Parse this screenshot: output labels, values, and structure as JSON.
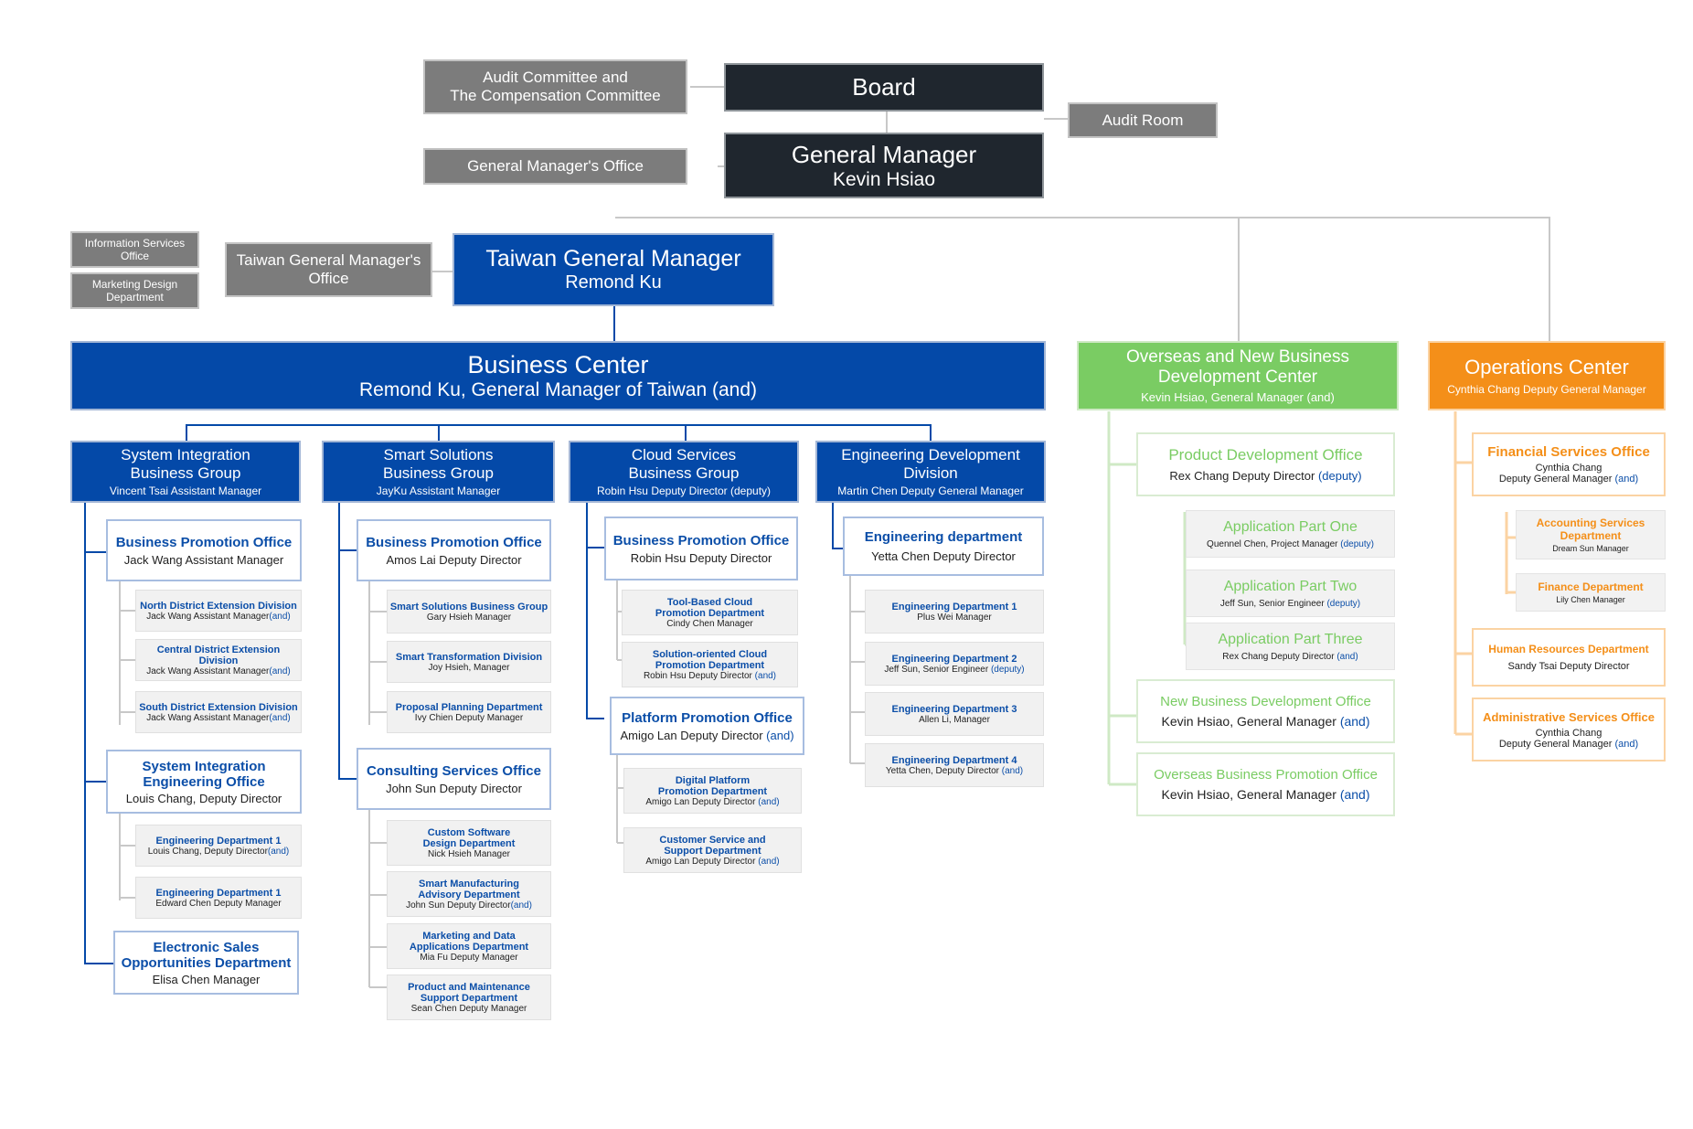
{
  "top": {
    "board": "Board",
    "audit_committee_line1": "Audit Committee and",
    "audit_committee_line2": "The Compensation Committee",
    "audit_room": "Audit Room",
    "gm_office": "General Manager's Office",
    "gm_title": "General Manager",
    "gm_name": "Kevin Hsiao"
  },
  "taiwan": {
    "title": "Taiwan General Manager",
    "name": "Remond Ku",
    "office": "Taiwan General Manager's Office",
    "info_services": "Information Services Office",
    "marketing_design": "Marketing Design Department"
  },
  "business_center": {
    "title": "Business Center",
    "subtitle": "Remond Ku, General Manager of Taiwan (and)"
  },
  "groups": [
    {
      "title": "System Integration Business Group",
      "subtitle": "Vincent Tsai  Assistant Manager",
      "offices": [
        {
          "title": "Business Promotion Office",
          "subtitle": "Jack Wang Assistant Manager",
          "items": [
            {
              "title": "North District Extension Division",
              "subtitle": "Jack Wang Assistant Manager",
              "and": "(and)"
            },
            {
              "title": "Central District Extension Division",
              "subtitle": "Jack Wang Assistant Manager",
              "and": "(and)"
            },
            {
              "title": "South District Extension Division",
              "subtitle": "Jack Wang Assistant Manager",
              "and": "(and)"
            }
          ]
        },
        {
          "title": "System Integration Engineering Office",
          "subtitle": "Louis Chang, Deputy Director",
          "items": [
            {
              "title": "Engineering Department 1",
              "subtitle": "Louis Chang, Deputy Director",
              "and": "(and)"
            },
            {
              "title": "Engineering Department 1",
              "subtitle": "Edward Chen Deputy Manager",
              "and": ""
            }
          ]
        },
        {
          "title": "Electronic Sales Opportunities Department",
          "subtitle": "Elisa Chen Manager",
          "items": []
        }
      ]
    },
    {
      "title": "Smart Solutions Business Group",
      "subtitle": "JayKu Assistant Manager",
      "offices": [
        {
          "title": "Business Promotion Office",
          "subtitle": "Amos Lai Deputy Director",
          "items": [
            {
              "title": "Smart Solutions Business Group",
              "subtitle": "Gary Hsieh Manager",
              "and": ""
            },
            {
              "title": "Smart Transformation Division",
              "subtitle": "Joy Hsieh, Manager",
              "and": ""
            },
            {
              "title": "Proposal Planning Department",
              "subtitle": "Ivy Chien Deputy Manager",
              "and": ""
            }
          ]
        },
        {
          "title": "Consulting Services Office",
          "subtitle": "John Sun Deputy Director",
          "items": [
            {
              "title": "Custom Software Design Department",
              "subtitle": "Nick Hsieh Manager",
              "and": ""
            },
            {
              "title": "Smart Manufacturing Advisory Department",
              "subtitle": "John Sun Deputy Director",
              "and": "(and)"
            },
            {
              "title": "Marketing and Data Applications Department",
              "subtitle": "Mia Fu Deputy Manager",
              "and": ""
            },
            {
              "title": "Product and Maintenance Support Department",
              "subtitle": "Sean Chen Deputy Manager",
              "and": ""
            }
          ]
        }
      ]
    },
    {
      "title": "Cloud Services Business Group",
      "subtitle": "Robin Hsu Deputy Director (deputy)",
      "offices": [
        {
          "title": "Business Promotion Office",
          "subtitle": "Robin Hsu Deputy Director",
          "items": [
            {
              "title": "Tool-Based Cloud Promotion Department",
              "subtitle": "Cindy Chen Manager",
              "and": ""
            },
            {
              "title": "Solution-oriented Cloud Promotion Department",
              "subtitle": "Robin Hsu Deputy Director",
              "and": "(and)"
            }
          ]
        },
        {
          "title": "Platform Promotion Office",
          "subtitle": "Amigo Lan Deputy Director",
          "and": "(and)",
          "items": [
            {
              "title": "Digital Platform Promotion Department",
              "subtitle": "Amigo Lan Deputy Director",
              "and": "(and)"
            },
            {
              "title": "Customer Service and Support Department",
              "subtitle": "Amigo Lan Deputy Director",
              "and": "(and)"
            }
          ]
        }
      ]
    },
    {
      "title": "Engineering Development Division",
      "subtitle": "Martin Chen Deputy General Manager",
      "offices": [
        {
          "title": "Engineering department",
          "subtitle": "Yetta Chen Deputy Director",
          "items": [
            {
              "title": "Engineering Department 1",
              "subtitle": "Plus Wei Manager",
              "and": ""
            },
            {
              "title": "Engineering Department 2",
              "subtitle": "Jeff Sun, Senior Engineer",
              "and": "(deputy)"
            },
            {
              "title": "Engineering Department 3",
              "subtitle": "Allen Li, Manager",
              "and": ""
            },
            {
              "title": "Engineering Department 4",
              "subtitle": "Yetta Chen, Deputy Director",
              "and": "(and)"
            }
          ]
        }
      ]
    }
  ],
  "overseas": {
    "title_line1": "Overseas and New Business",
    "title_line2": "Development Center",
    "subtitle": "Kevin Hsiao, General Manager (and)",
    "product_dev": {
      "title": "Product Development Office",
      "subtitle": "Rex Chang Deputy Director",
      "and": "(deputy)"
    },
    "apps": [
      {
        "title": "Application Part One",
        "subtitle": "Quennel Chen, Project Manager",
        "and": "(deputy)"
      },
      {
        "title": "Application Part Two",
        "subtitle": "Jeff Sun, Senior Engineer",
        "and": "(deputy)"
      },
      {
        "title": "Application Part Three",
        "subtitle": "Rex Chang Deputy Director",
        "and": "(and)"
      }
    ],
    "new_business": {
      "title": "New Business Development Office",
      "subtitle": "Kevin Hsiao, General Manager",
      "and": "(and)"
    },
    "overseas_promo": {
      "title": "Overseas Business Promotion Office",
      "subtitle": "Kevin Hsiao, General Manager",
      "and": "(and)"
    }
  },
  "operations": {
    "title": "Operations Center",
    "subtitle": "Cynthia Chang Deputy General Manager",
    "financial": {
      "title": "Financial Services Office",
      "line1": "Cynthia Chang",
      "line2": "Deputy General Manager",
      "and": "(and)"
    },
    "accounting": {
      "title": "Accounting Services Department",
      "subtitle": "Dream Sun Manager"
    },
    "finance": {
      "title": "Finance Department",
      "subtitle": "Lily Chen Manager"
    },
    "hr": {
      "title": "Human Resources Department",
      "subtitle": "Sandy Tsai Deputy Director"
    },
    "admin": {
      "title": "Administrative Services Office",
      "line1": "Cynthia Chang",
      "line2": "Deputy General Manager",
      "and": "(and)"
    }
  },
  "colors": {
    "dark": "#1f262e",
    "gray": "#7c7c7c",
    "blue": "#0449a8",
    "green": "#7acc63",
    "orange": "#f48f19",
    "line": "#c8c8c8"
  }
}
